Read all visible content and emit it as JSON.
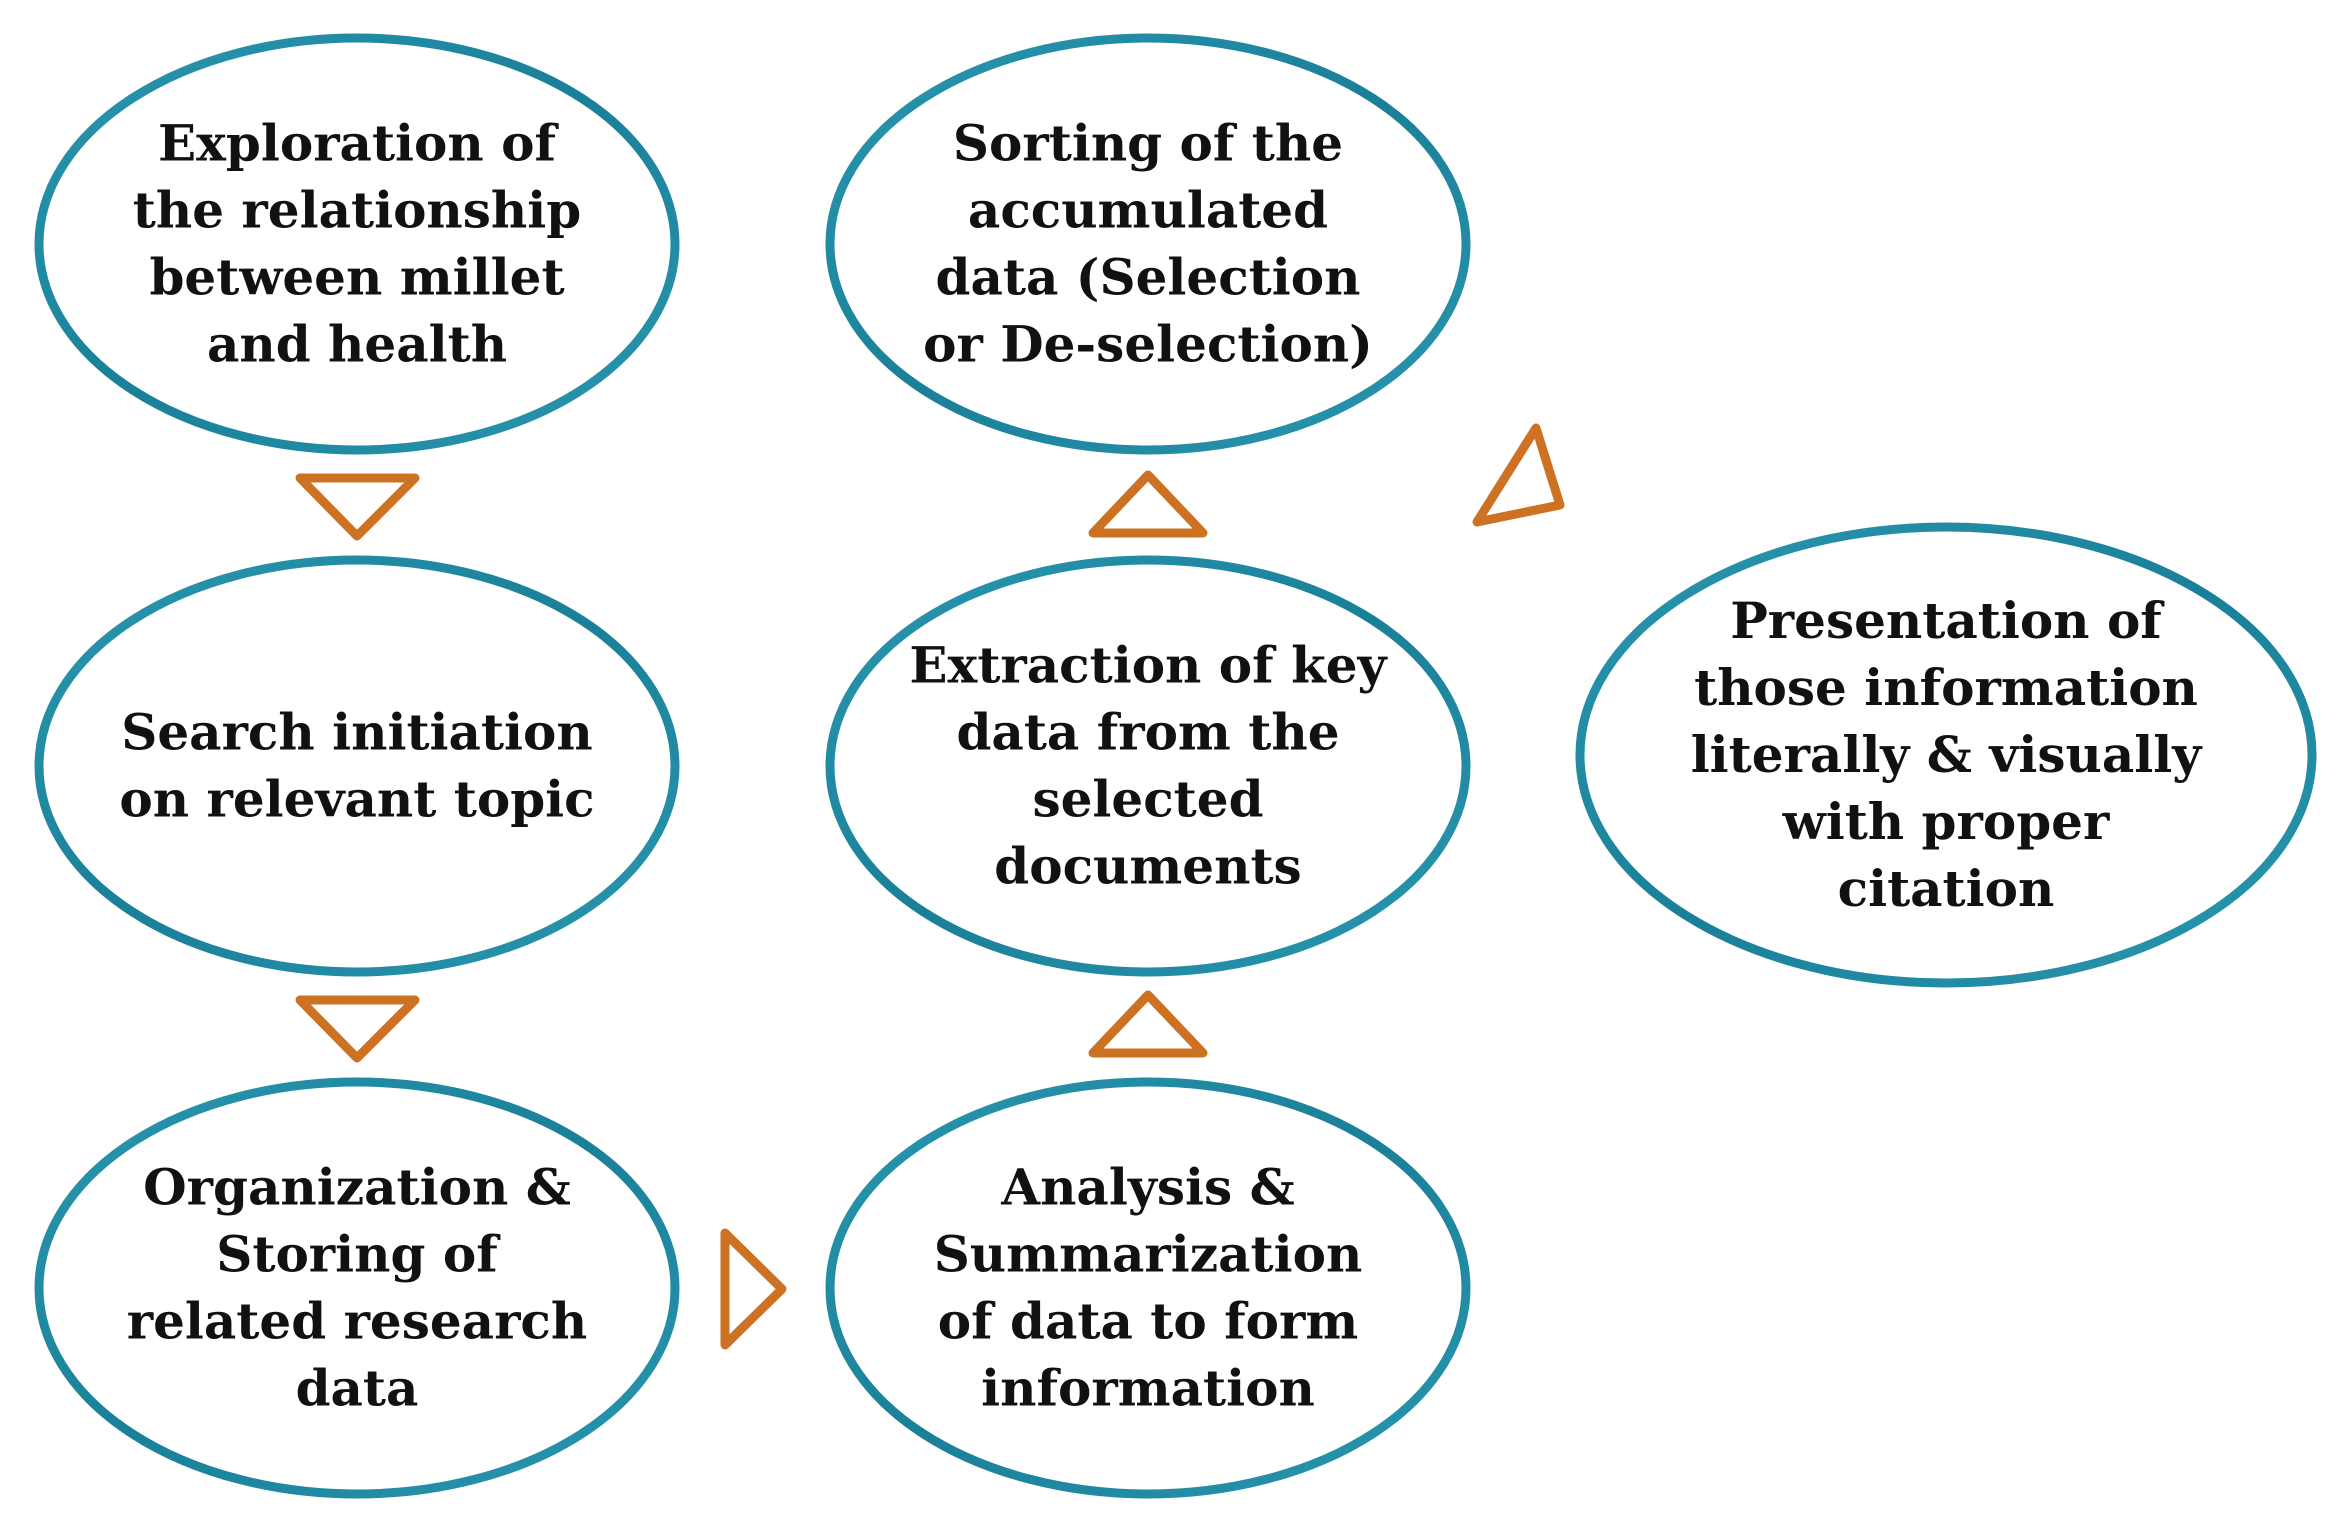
{
  "colors": {
    "ellipse_stroke": "#1f8aa3",
    "arrow_stroke": "#cc7222",
    "text": "#111111",
    "background": "#ffffff"
  },
  "nodes": [
    {
      "id": "exploration",
      "lines": [
        "Exploration of",
        "the relationship",
        "between millet",
        "and health"
      ]
    },
    {
      "id": "search",
      "lines": [
        "Search initiation",
        "on relevant topic"
      ]
    },
    {
      "id": "organization",
      "lines": [
        "Organization &",
        "Storing of",
        "related research",
        "data"
      ]
    },
    {
      "id": "analysis",
      "lines": [
        "Analysis &",
        "Summarization",
        "of data to form",
        "information"
      ]
    },
    {
      "id": "extraction",
      "lines": [
        "Extraction of key",
        "data from the",
        "selected",
        "documents"
      ]
    },
    {
      "id": "sorting",
      "lines": [
        "Sorting of the",
        "accumulated",
        "data (Selection",
        "or De-selection)"
      ]
    },
    {
      "id": "presentation",
      "lines": [
        "Presentation of",
        "those information",
        "literally & visually",
        "with proper",
        "citation"
      ]
    }
  ],
  "arrows": [
    {
      "from": "exploration",
      "to": "search",
      "direction": "down"
    },
    {
      "from": "search",
      "to": "organization",
      "direction": "down"
    },
    {
      "from": "organization",
      "to": "analysis",
      "direction": "right"
    },
    {
      "from": "analysis",
      "to": "extraction",
      "direction": "up"
    },
    {
      "from": "extraction",
      "to": "sorting",
      "direction": "up"
    },
    {
      "from": "sorting",
      "to": "presentation",
      "direction": "diagonal"
    }
  ]
}
